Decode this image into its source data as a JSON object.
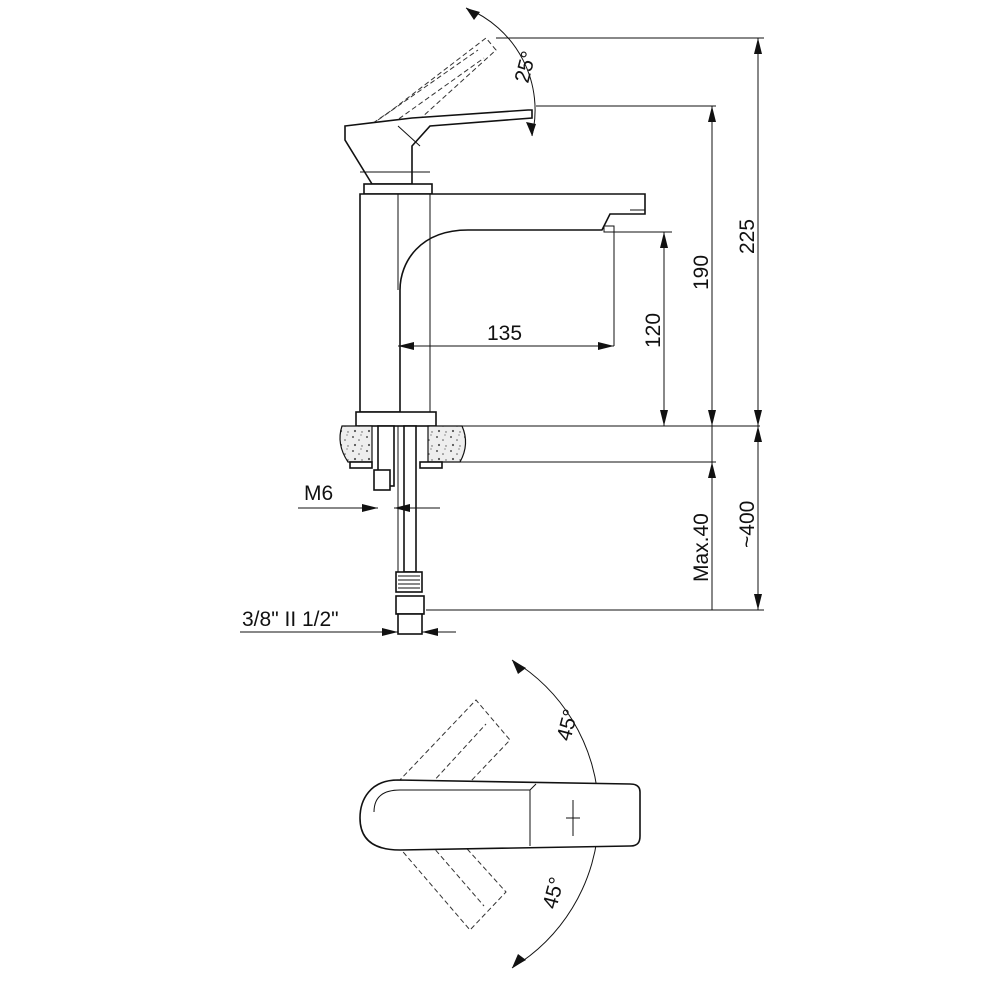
{
  "side_view": {
    "dimensions": {
      "tilt_angle": "25°",
      "height_total": "225",
      "height_lever": "190",
      "height_spout": "120",
      "reach": "135",
      "thread_bolt": "M6",
      "deck_thickness": "Max.40",
      "hose_length": "~400",
      "hose_connection": "3/8\" II 1/2\""
    }
  },
  "top_view": {
    "dimensions": {
      "swing_angle_top": "45°",
      "swing_angle_bottom": "45°"
    }
  }
}
